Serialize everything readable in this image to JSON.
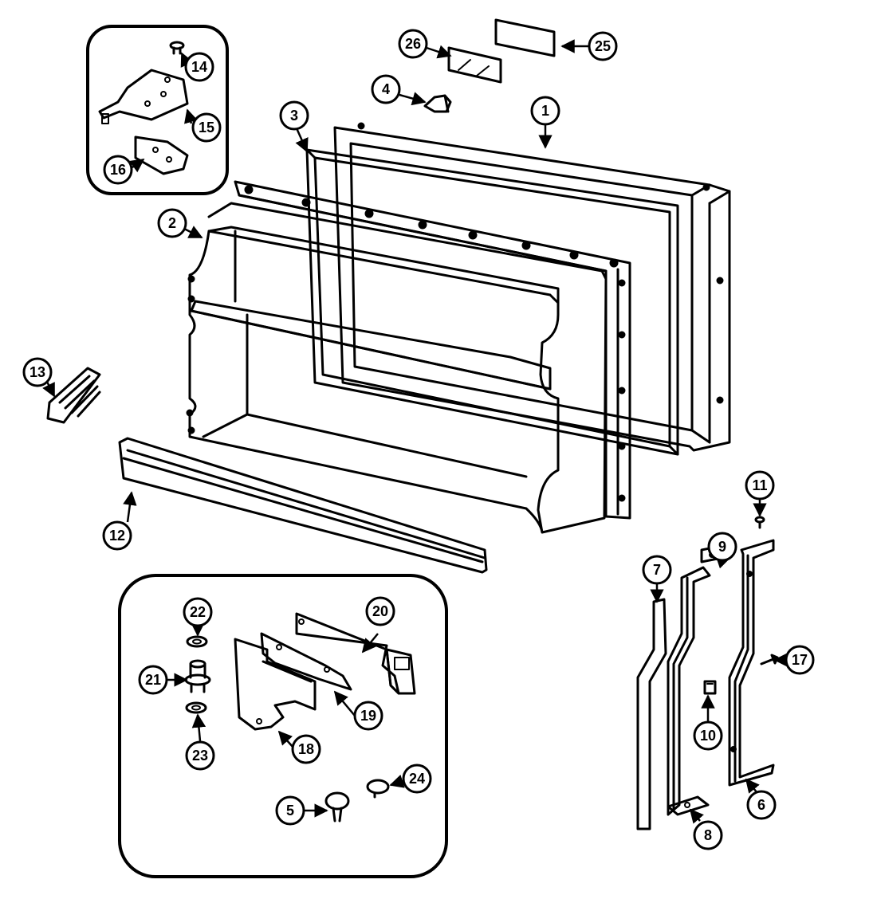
{
  "callouts": [
    "1",
    "2",
    "3",
    "4",
    "5",
    "6",
    "7",
    "8",
    "9",
    "10",
    "11",
    "12",
    "13",
    "14",
    "15",
    "16",
    "17",
    "18",
    "19",
    "20",
    "21",
    "22",
    "23",
    "24",
    "25",
    "26"
  ],
  "colors": {
    "ink": "#000000",
    "paper": "#ffffff"
  }
}
